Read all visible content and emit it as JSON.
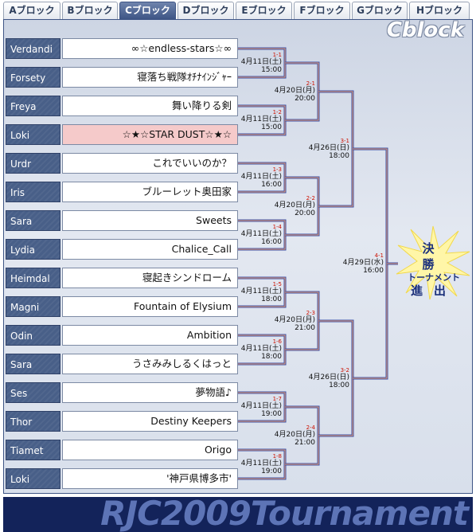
{
  "tabs": [
    {
      "label": "Aブロック",
      "active": false
    },
    {
      "label": "Bブロック",
      "active": false
    },
    {
      "label": "Cブロック",
      "active": true
    },
    {
      "label": "Dブロック",
      "active": false
    },
    {
      "label": "Eブロック",
      "active": false
    },
    {
      "label": "Fブロック",
      "active": false
    },
    {
      "label": "Gブロック",
      "active": false
    },
    {
      "label": "Hブロック",
      "active": false
    }
  ],
  "block_title": "Cblock",
  "entries": [
    {
      "player": "Verdandi",
      "team": "∞☆endless-stars☆∞",
      "highlight": false
    },
    {
      "player": "Forsety",
      "team": "寝落ち戦隊ｵﾁﾅｲﾝｼﾞｬｰ",
      "highlight": false
    },
    {
      "player": "Freya",
      "team": "舞い降りる剣",
      "highlight": false
    },
    {
      "player": "Loki",
      "team": "☆★☆STAR DUST☆★☆",
      "highlight": true
    },
    {
      "player": "Urdr",
      "team": "これでいいのか？",
      "highlight": false
    },
    {
      "player": "Iris",
      "team": "ブルーレット奥田家",
      "highlight": false
    },
    {
      "player": "Sara",
      "team": "Sweets",
      "highlight": false
    },
    {
      "player": "Lydia",
      "team": "Chalice_Call",
      "highlight": false
    },
    {
      "player": "Heimdal",
      "team": "寝起きシンドローム",
      "highlight": false
    },
    {
      "player": "Magni",
      "team": "Fountain of Elysium",
      "highlight": false
    },
    {
      "player": "Odin",
      "team": "Ambition",
      "highlight": false
    },
    {
      "player": "Sara",
      "team": "うさみみしるくはっと",
      "highlight": false
    },
    {
      "player": "Ses",
      "team": "夢物語♪",
      "highlight": false
    },
    {
      "player": "Thor",
      "team": "Destiny Keepers",
      "highlight": false
    },
    {
      "player": "Tiamet",
      "team": "Origo",
      "highlight": false
    },
    {
      "player": "Loki",
      "team": "'神戸県博多市'",
      "highlight": false
    }
  ],
  "matches": [
    {
      "id": "1-1",
      "date": "4月11日(土)",
      "time": "15:00"
    },
    {
      "id": "1-2",
      "date": "4月11日(土)",
      "time": "15:00"
    },
    {
      "id": "1-3",
      "date": "4月11日(土)",
      "time": "16:00"
    },
    {
      "id": "1-4",
      "date": "4月11日(土)",
      "time": "16:00"
    },
    {
      "id": "1-5",
      "date": "4月11日(土)",
      "time": "18:00"
    },
    {
      "id": "1-6",
      "date": "4月11日(土)",
      "time": "18:00"
    },
    {
      "id": "1-7",
      "date": "4月11日(土)",
      "time": "19:00"
    },
    {
      "id": "1-8",
      "date": "4月11日(土)",
      "time": "19:00"
    },
    {
      "id": "2-1",
      "date": "4月20日(月)",
      "time": "20:00"
    },
    {
      "id": "2-2",
      "date": "4月20日(月)",
      "time": "20:00"
    },
    {
      "id": "2-3",
      "date": "4月20日(月)",
      "time": "21:00"
    },
    {
      "id": "2-4",
      "date": "4月20日(月)",
      "time": "21:00"
    },
    {
      "id": "3-1",
      "date": "4月26日(日)",
      "time": "18:00"
    },
    {
      "id": "3-2",
      "date": "4月26日(日)",
      "time": "18:00"
    },
    {
      "id": "4-1",
      "date": "4月29日(水)",
      "time": "16:00"
    }
  ],
  "advance_badge": {
    "line1": "決　勝",
    "line2": "トーナメント",
    "line3": "進出"
  },
  "footer_title": "RJC2009Tournament",
  "colors": {
    "accent": "#e8552a",
    "line_blue": "#3a4fa8",
    "header": "#485f88",
    "highlight": "#f5caca"
  }
}
